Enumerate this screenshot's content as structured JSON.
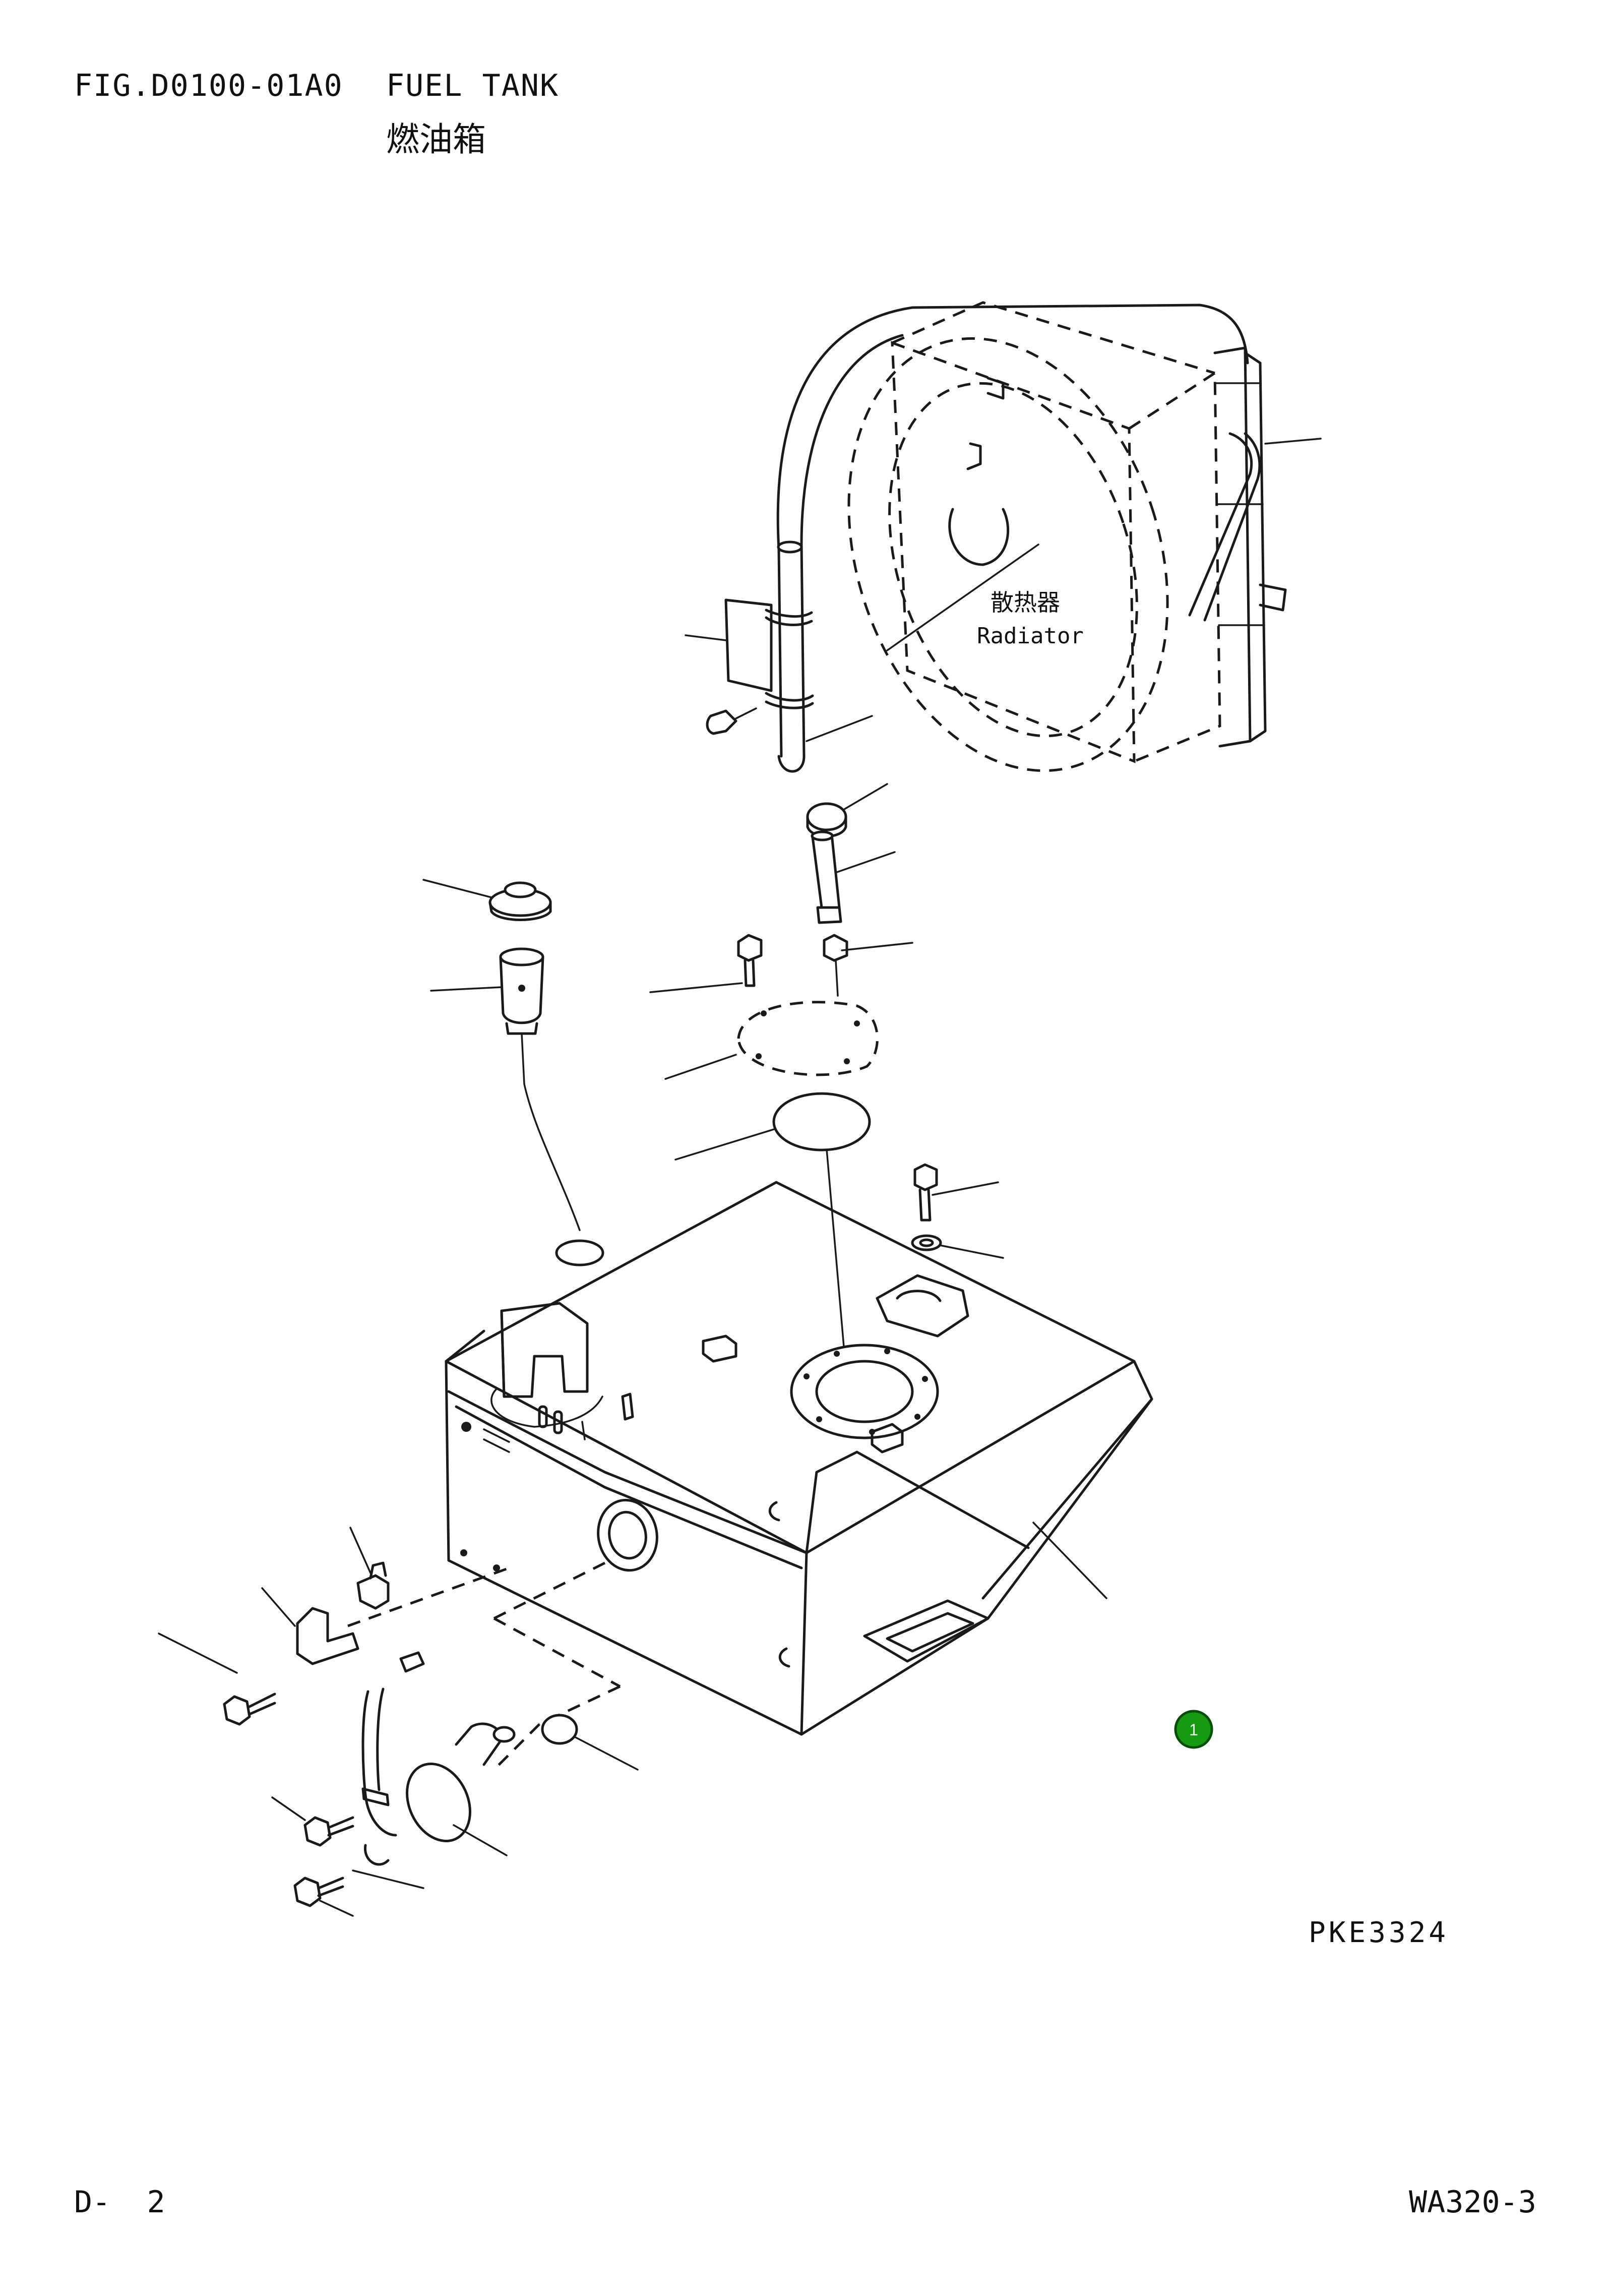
{
  "header": {
    "figure_id": "FIG.D0100-01A0",
    "title_en": "FUEL TANK",
    "title_cn": "燃油箱"
  },
  "labels": {
    "radiator_cn": "散热器",
    "radiator_en": "Radiator"
  },
  "callout": {
    "number": "1",
    "color": "#169a12"
  },
  "drawing_code": "PKE3324",
  "footer": {
    "page": "D-  2",
    "model": "WA320-3"
  }
}
